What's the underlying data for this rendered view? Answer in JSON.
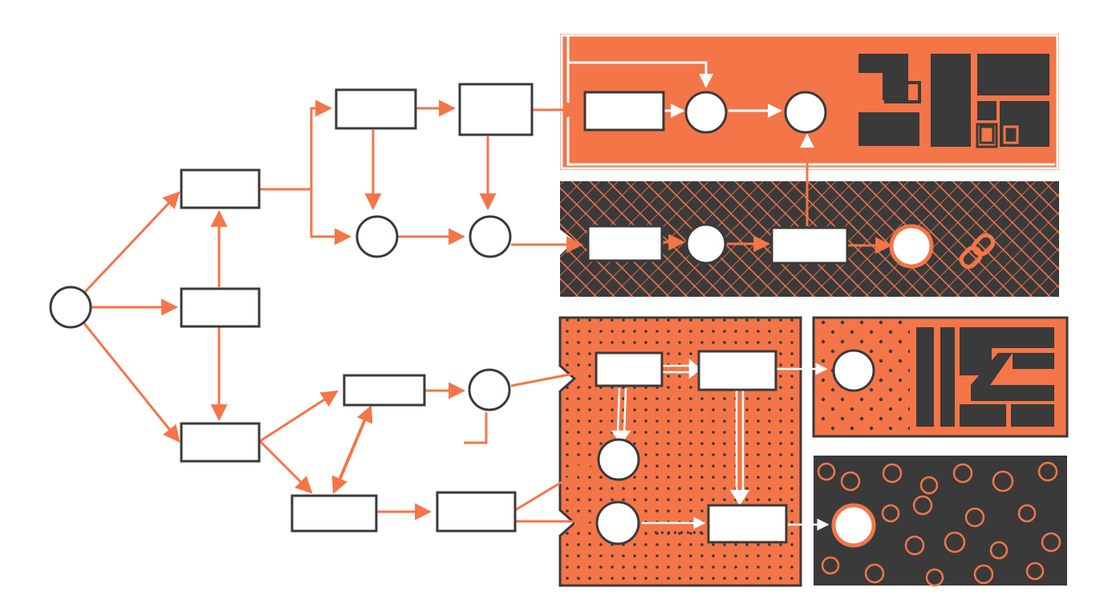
{
  "colors": {
    "accent": "#F47548",
    "dark": "#3A3A3A",
    "white": "#FFFFFF",
    "background": "#FFFFFF"
  },
  "regions": {
    "top_right_panel": {
      "fill": "accent",
      "pattern": "solid"
    },
    "middle_right_panel": {
      "fill": "dark",
      "pattern": "crosshatch"
    },
    "bottom_middle_panel": {
      "fill": "accent",
      "pattern": "dots"
    },
    "right_panel_upper": {
      "fill": "accent",
      "pattern": "dots"
    },
    "right_panel_lower": {
      "fill": "dark",
      "pattern": "rings"
    }
  },
  "icons": [
    "link-icon"
  ]
}
